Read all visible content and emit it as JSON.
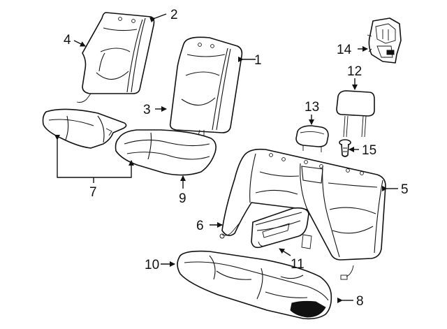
{
  "callouts": [
    {
      "id": "c1",
      "text": "1"
    },
    {
      "id": "c2",
      "text": "2"
    },
    {
      "id": "c3",
      "text": "3"
    },
    {
      "id": "c4",
      "text": "4"
    },
    {
      "id": "c5",
      "text": "5"
    },
    {
      "id": "c6",
      "text": "6"
    },
    {
      "id": "c7",
      "text": "7"
    },
    {
      "id": "c8",
      "text": "8"
    },
    {
      "id": "c9",
      "text": "9"
    },
    {
      "id": "c10",
      "text": "10"
    },
    {
      "id": "c11",
      "text": "11"
    },
    {
      "id": "c12",
      "text": "12"
    },
    {
      "id": "c13",
      "text": "13"
    },
    {
      "id": "c14",
      "text": "14"
    },
    {
      "id": "c15",
      "text": "15"
    }
  ],
  "colors": {
    "line": "#111111",
    "background": "#ffffff"
  }
}
